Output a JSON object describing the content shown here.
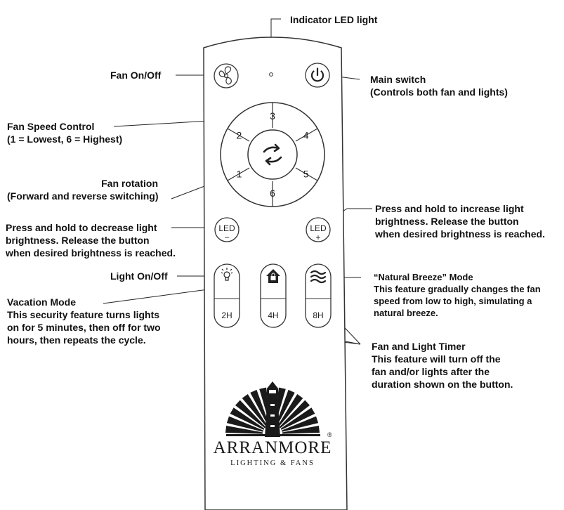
{
  "callouts": {
    "indicator_led": "Indicator LED light",
    "fan_on_off": "Fan On/Off",
    "main_switch": {
      "title": "Main switch",
      "desc": "(Controls both fan and lights)"
    },
    "fan_speed": {
      "title": "Fan Speed Control",
      "desc": "(1 = Lowest, 6 = Highest)"
    },
    "fan_rotation": {
      "title": "Fan rotation",
      "desc": "(Forward and reverse switching)"
    },
    "led_increase": {
      "line1": "Press and hold to increase light",
      "line2": "brightness.  Release the button",
      "line3": "when desired brightness is reached."
    },
    "led_decrease": {
      "line1": "Press and hold to decrease light",
      "line2": "brightness.  Release the button",
      "line3": "when desired brightness is reached."
    },
    "light_on_off": "Light On/Off",
    "vacation_mode": {
      "title": "Vacation Mode",
      "line1": "This security feature turns lights",
      "line2": "on for 5 minutes, then off for two",
      "line3": "hours, then repeats the cycle."
    },
    "natural_breeze": {
      "title": "“Natural Breeze” Mode",
      "line1": "This feature gradually changes the fan",
      "line2": "speed from low to high, simulating a",
      "line3": "natural breeze."
    },
    "timer": {
      "title": "Fan and Light Timer",
      "line1": "This feature will turn off the",
      "line2": "fan and/or lights after the",
      "line3": "duration shown on the button."
    }
  },
  "remote": {
    "speed_buttons": [
      "1",
      "2",
      "3",
      "4",
      "5",
      "6"
    ],
    "led_label": "LED",
    "led_minus": "−",
    "led_plus": "+",
    "timer_buttons": [
      "2H",
      "4H",
      "8H"
    ]
  },
  "brand": {
    "name": "ARRANMORE",
    "tagline": "LIGHTING & FANS",
    "registered": "®"
  },
  "colors": {
    "ink": "#111111",
    "remote_outline": "#333333",
    "button_fill": "#ffffff"
  }
}
